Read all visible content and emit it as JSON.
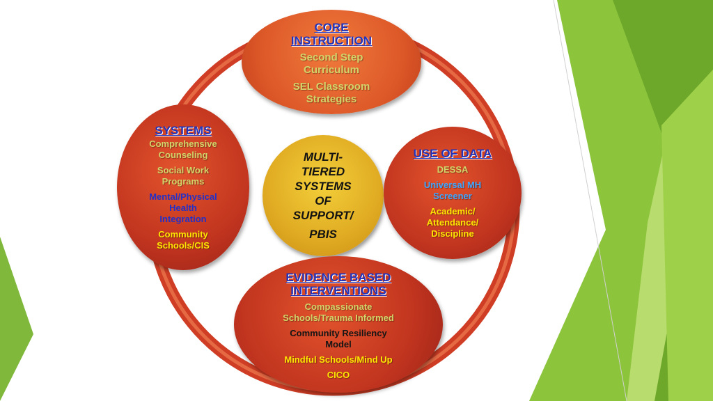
{
  "center": {
    "lines": [
      "MULTI-",
      "TIERED",
      "SYSTEMS",
      "OF",
      "SUPPORT/",
      "PBIS"
    ]
  },
  "core_instruction": {
    "title": [
      "CORE",
      "INSTRUCTION"
    ],
    "items": [
      "Second Step",
      "Curriculum",
      "SEL Classroom",
      "Strategies"
    ]
  },
  "systems": {
    "title": "SYSTEMS",
    "items": [
      "Comprehensive",
      "Counseling",
      "Social Work",
      "Programs",
      "Mental/Physical",
      "Health",
      "Integration",
      "Community",
      "Schools/CIS"
    ]
  },
  "use_of_data": {
    "title": "USE OF DATA",
    "items": [
      "DESSA",
      "Universal MH",
      "Screener",
      "Academic/",
      "Attendance/",
      "Discipline"
    ]
  },
  "evidence_based": {
    "title": [
      "EVIDENCE BASED",
      "INTERVENTIONS"
    ],
    "items": [
      "Compassionate",
      "Schools/Trauma Informed",
      "Community Resiliency",
      "Model",
      "Mindful Schools/Mind Up",
      "CICO"
    ]
  },
  "colors": {
    "ring": "#d8442a",
    "green_accent": "#8bc34a",
    "title_blue": "#2433b8",
    "text_yellow": "#ffe600"
  }
}
